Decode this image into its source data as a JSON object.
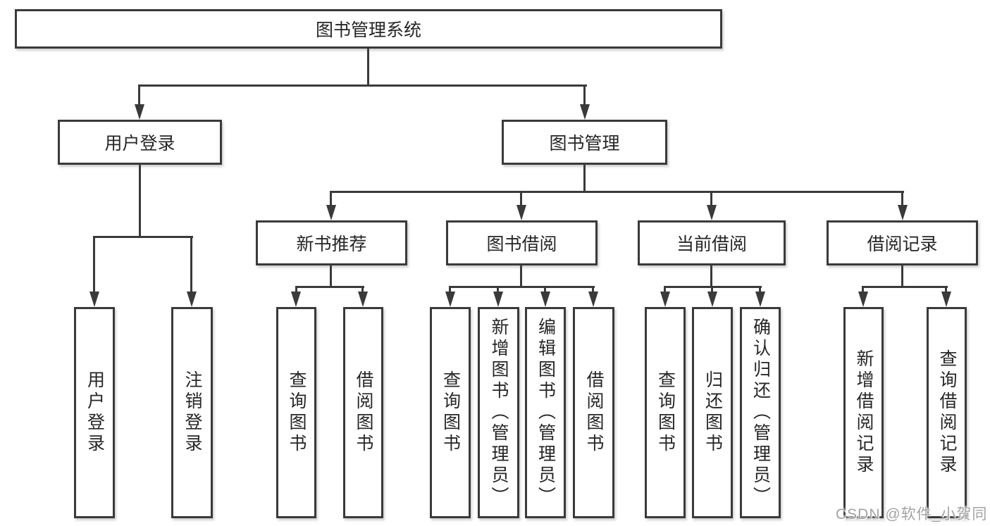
{
  "tree": {
    "root": {
      "label": "图书管理系统"
    },
    "user_login": {
      "label": "用户登录",
      "children": {
        "login": {
          "label": "用户登录"
        },
        "logout": {
          "label": "注销登录"
        }
      }
    },
    "book_mgmt": {
      "label": "图书管理",
      "groups": {
        "new_book_recommend": {
          "label": "新书推荐",
          "children": {
            "query_book": {
              "label": "查询图书"
            },
            "borrow_book": {
              "label": "借阅图书"
            }
          }
        },
        "book_borrow": {
          "label": "图书借阅",
          "children": {
            "query_book": {
              "label": "查询图书"
            },
            "add_book": {
              "label": "新增图书（管理员）"
            },
            "edit_book": {
              "label": "编辑图书（管理员）"
            },
            "borrow_book": {
              "label": "借阅图书"
            }
          }
        },
        "current_borrow": {
          "label": "当前借阅",
          "children": {
            "query_book": {
              "label": "查询图书"
            },
            "return_book": {
              "label": "归还图书"
            },
            "confirm_return": {
              "label": "确认归还（管理员）"
            }
          }
        },
        "borrow_records": {
          "label": "借阅记录",
          "children": {
            "add_record": {
              "label": "新增借阅记录"
            },
            "query_record": {
              "label": "查询借阅记录"
            }
          }
        }
      }
    }
  },
  "watermark": {
    "text": "CSDN @软件_小贺同学"
  },
  "colors": {
    "line": "#3a3a3a",
    "text": "#262626",
    "box_background": "#ffffff",
    "watermark": "#a3a3a3",
    "background": "#ffffff"
  }
}
